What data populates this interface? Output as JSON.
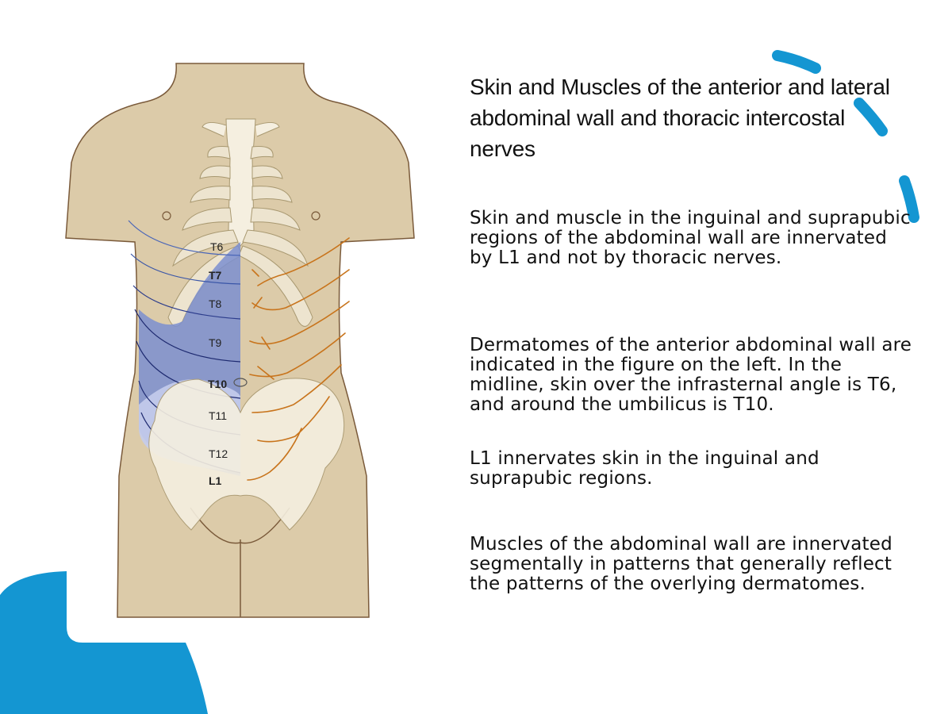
{
  "title": "Skin and Muscles of the anterior and lateral abdominal wall and thoracic intercostal nerves",
  "paragraphs": [
    "Skin and muscle in the inguinal and suprapubic regions of the abdominal wall are innervated by L1 and not by thoracic nerves.",
    "Dermatomes of the anterior abdominal wall are indicated in the figure on the left. In the midline, skin over the infrasternal angle is T6, and around the umbilicus is T10.",
    "L1 innervates skin in the inguinal and suprapubic regions.",
    "Muscles of the abdominal wall are innervated segmentally in patterns that generally reflect the patterns of the overlying dermatomes."
  ],
  "figure": {
    "dermatome_labels": [
      "T6",
      "T7",
      "T8",
      "T9",
      "T10",
      "T11",
      "T12",
      "L1"
    ]
  },
  "colors": {
    "accent": "#1496d2",
    "skin": "#dccba9",
    "outline": "#7a5a3a",
    "bone": "#f5efe0",
    "dermatome": "#7b8fd0",
    "nerve": "#c8741c"
  }
}
